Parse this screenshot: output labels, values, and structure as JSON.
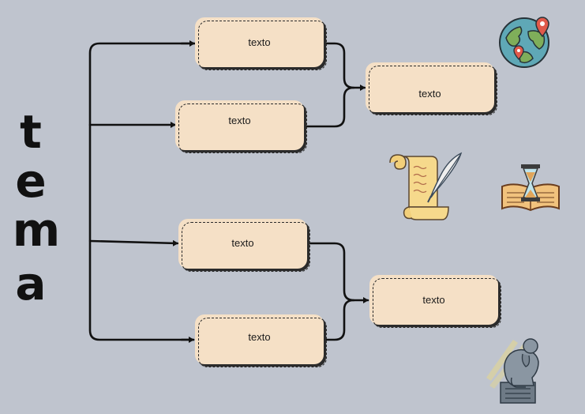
{
  "diagram": {
    "topic": {
      "letters": [
        "t",
        "e",
        "m",
        "a"
      ]
    },
    "boxes": [
      {
        "id": "branch-1",
        "label": "texto"
      },
      {
        "id": "branch-2",
        "label": "texto"
      },
      {
        "id": "merge-top",
        "label": "texto"
      },
      {
        "id": "branch-3",
        "label": "texto"
      },
      {
        "id": "branch-4",
        "label": "texto"
      },
      {
        "id": "merge-bottom",
        "label": "texto"
      }
    ],
    "icons": [
      "globe-icon",
      "scroll-quill-icon",
      "hourglass-book-icon",
      "thinker-statue-icon"
    ],
    "colors": {
      "background": "#bfc4ce",
      "box_fill": "#f5e0c6",
      "line": "#111111"
    }
  }
}
